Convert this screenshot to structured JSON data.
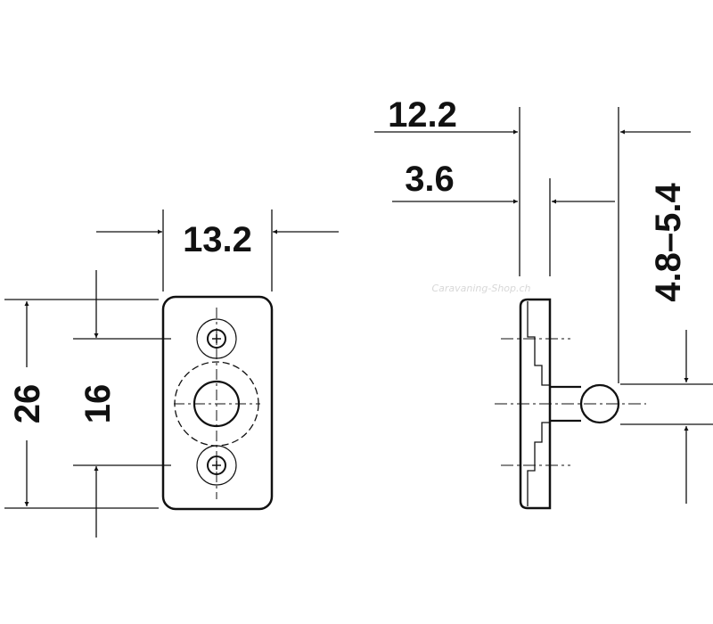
{
  "dimensions": {
    "plate_width": "13.2",
    "overall_height": "26",
    "hole_spacing": "16",
    "total_depth": "12.2",
    "plate_thickness": "3.6",
    "ball_range": "4.8–5.4"
  },
  "watermark": "Caravaning-Shop.ch",
  "colors": {
    "line": "#111111",
    "background": "#ffffff",
    "watermark": "#d8d8d8"
  }
}
